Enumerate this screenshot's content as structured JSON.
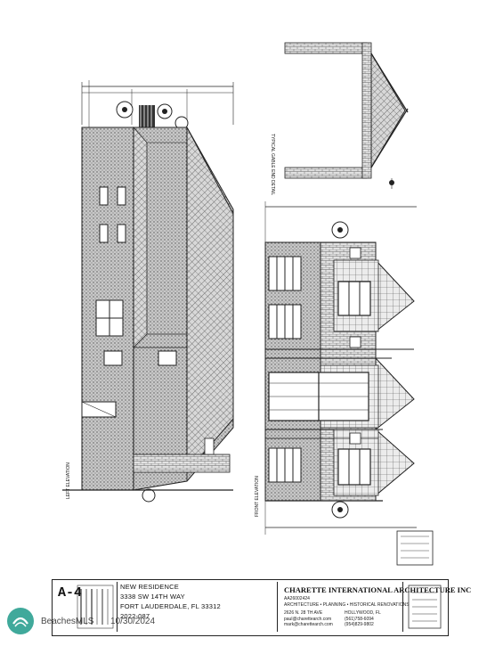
{
  "title_block": {
    "sheet_number": "A-4",
    "project_line1": "NEW RESIDENCE",
    "project_line2": "3338 SW 14TH WAY",
    "project_line3": "FORT LAUDERDALE, FL 33312",
    "project_line4": "2022-087",
    "firm_name": "CHARETTE INTERNATIONAL ARCHITECTURE INC",
    "firm_license": "AA26002424",
    "firm_services": "ARCHITECTURE  •  PLANNING  •  HISTORICAL RENOVATIONS",
    "firm_address": "2626 N. 28 TH AVE",
    "firm_city": "HOLLYWOOD, FL",
    "firm_email1": "paul@charettearch.com",
    "firm_email2": "mark@charettearch.com",
    "firm_phone1": "(561)758-6094",
    "firm_phone2": "(954)829-9802"
  },
  "watermark": {
    "brand": "BeachesMLS",
    "date": "10/30/2024"
  },
  "colors": {
    "line": "#1a1a1a",
    "hatch": "#7a7a7a",
    "paper": "#ffffff"
  }
}
